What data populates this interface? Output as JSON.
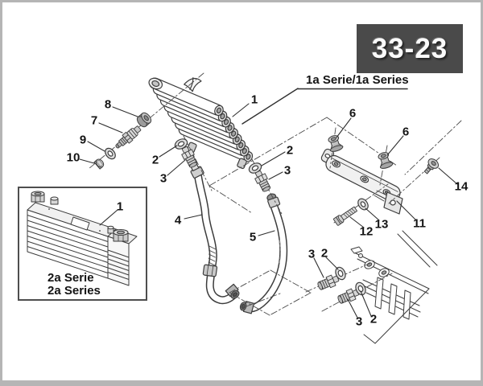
{
  "page": {
    "code": "33-23"
  },
  "colors": {
    "badge_bg": "#4a4a4a",
    "badge_text": "#fafafa",
    "line": "#3c3c3c",
    "frame": "#b5b5b5"
  },
  "labels": {
    "series_1a": "1a Serie/1a Series",
    "series_2a_line1": "2a Serie",
    "series_2a_line2": "2a Series"
  },
  "callouts": [
    {
      "text": "8"
    },
    {
      "text": "7"
    },
    {
      "text": "9"
    },
    {
      "text": "10"
    },
    {
      "text": "1"
    },
    {
      "text": "2"
    },
    {
      "text": "3"
    },
    {
      "text": "2"
    },
    {
      "text": "3"
    },
    {
      "text": "6"
    },
    {
      "text": "6"
    },
    {
      "text": "14"
    },
    {
      "text": "11"
    },
    {
      "text": "13"
    },
    {
      "text": "12"
    },
    {
      "text": "4"
    },
    {
      "text": "5"
    },
    {
      "text": "3"
    },
    {
      "text": "2"
    },
    {
      "text": "3"
    },
    {
      "text": "2"
    },
    {
      "text": "1"
    }
  ]
}
